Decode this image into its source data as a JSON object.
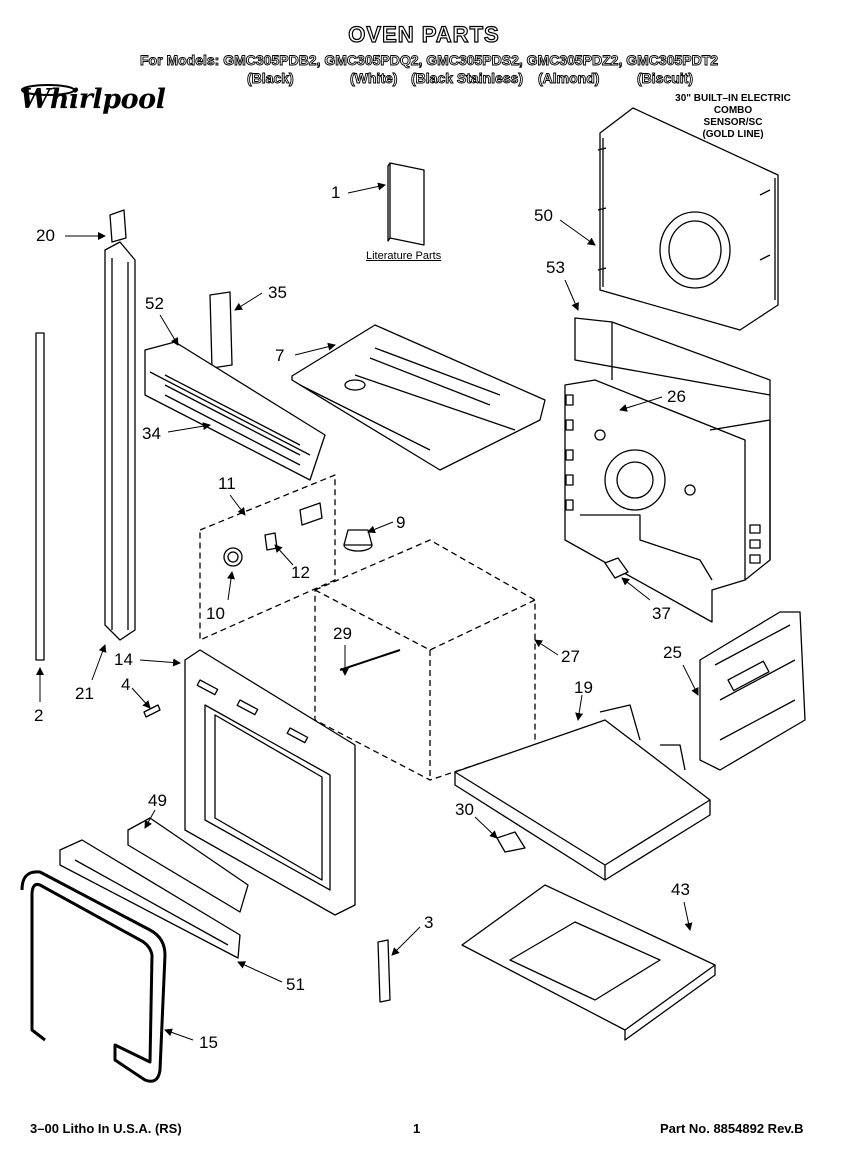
{
  "header": {
    "title": "OVEN PARTS",
    "models_line": "For Models: GMC305PDB2, GMC305PDQ2, GMC305PDS2, GMC305PDZ2, GMC305PDT2",
    "colors": [
      "(Black)",
      "(White)",
      "(Black Stainless)",
      "(Almond)",
      "(Biscuit)"
    ]
  },
  "brand": {
    "logo_text": "Whirlpool"
  },
  "product_info": [
    "30\" BUILT–IN ELECTRIC",
    "COMBO",
    "SENSOR/SC",
    "(GOLD LINE)"
  ],
  "literature_label": "Literature Parts",
  "callouts": {
    "c1": "1",
    "c50": "50",
    "c20": "20",
    "c53": "53",
    "c35": "35",
    "c52": "52",
    "c7": "7",
    "c26": "26",
    "c34": "34",
    "c11": "11",
    "c9": "9",
    "c12": "12",
    "c10": "10",
    "c37": "37",
    "c29": "29",
    "c14": "14",
    "c27": "27",
    "c25": "25",
    "c4": "4",
    "c21": "21",
    "c19": "19",
    "c2": "2",
    "c49": "49",
    "c30": "30",
    "c43": "43",
    "c3": "3",
    "c51": "51",
    "c15": "15"
  },
  "footer": {
    "left": "3–00 Litho In U.S.A. (RS)",
    "center": "1",
    "right": "Part No. 8854892 Rev.B"
  }
}
